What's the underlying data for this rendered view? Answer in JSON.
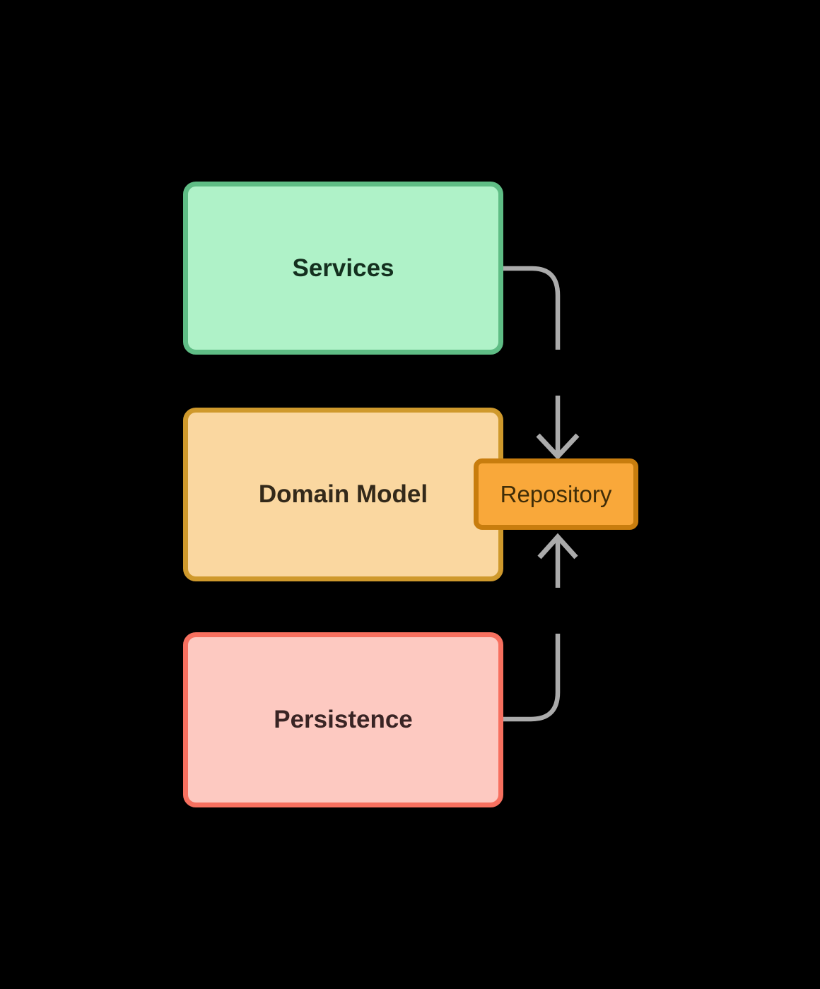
{
  "diagram": {
    "nodes": [
      {
        "id": "services",
        "label": "Services"
      },
      {
        "id": "domain-model",
        "label": "Domain Model"
      },
      {
        "id": "repository",
        "label": "Repository"
      },
      {
        "id": "persistence",
        "label": "Persistence"
      }
    ],
    "edges": [
      {
        "from": "Services",
        "to": "Repository",
        "arrow": "down"
      },
      {
        "from": "Persistence",
        "to": "Repository",
        "arrow": "up"
      }
    ]
  },
  "colors": {
    "background": "#000000",
    "services-fill": "#aff2c8",
    "services-border": "#5fbd85",
    "services-text": "#14301f",
    "domain-fill": "#fad7a0",
    "domain-border": "#cf992c",
    "domain-text": "#33291a",
    "persistence-fill": "#fdc9c1",
    "persistence-border": "#f7705f",
    "persistence-text": "#392424",
    "repository-fill": "#f9a83a",
    "repository-border": "#c87d0e",
    "repository-text": "#402d08",
    "arrow": "#ababab"
  }
}
